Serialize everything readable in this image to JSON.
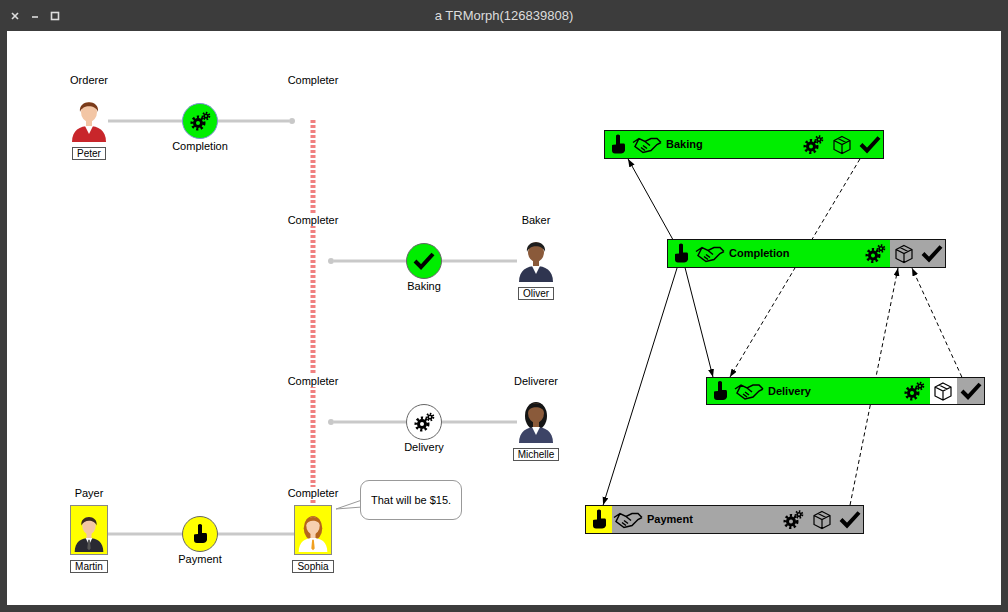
{
  "diagram": {
    "title": "a TRMorph(126839808)",
    "nodes": [
      {
        "text": [
          "Orderer",
          "Peter"
        ]
      },
      {
        "text": [
          "Completion"
        ]
      },
      {
        "text": [
          "Completer"
        ]
      },
      {
        "text": [
          "Completer"
        ]
      },
      {
        "text": [
          "Baking"
        ]
      },
      {
        "text": [
          "Baker",
          "Oliver"
        ]
      },
      {
        "text": [
          "Completer"
        ]
      },
      {
        "text": [
          "Delivery"
        ]
      },
      {
        "text": [
          "Deliverer",
          "Michelle"
        ]
      },
      {
        "text": [
          "Payer",
          "Martin"
        ]
      },
      {
        "text": [
          "Payment"
        ]
      },
      {
        "text": [
          "Completer",
          "Sophia"
        ]
      },
      {
        "text": [
          "That will be $15."
        ]
      },
      {
        "text": [
          "Baking"
        ]
      },
      {
        "text": [
          "Completion"
        ]
      },
      {
        "text": [
          "Delivery"
        ]
      },
      {
        "text": [
          "Payment"
        ]
      }
    ],
    "edges": [
      {
        "from": 0,
        "to": 1,
        "arrow": "none"
      },
      {
        "from": 1,
        "to": 2,
        "arrow": "none"
      },
      {
        "from": 3,
        "to": 4,
        "arrow": "none"
      },
      {
        "from": 4,
        "to": 5,
        "arrow": "none"
      },
      {
        "from": 6,
        "to": 7,
        "arrow": "none"
      },
      {
        "from": 7,
        "to": 8,
        "arrow": "none"
      },
      {
        "from": 9,
        "to": 10,
        "arrow": "none"
      },
      {
        "from": 10,
        "to": 11,
        "arrow": "none"
      },
      {
        "from": 14,
        "to": 13,
        "arrow": "to"
      },
      {
        "from": 14,
        "to": 15,
        "arrow": "to"
      },
      {
        "from": 14,
        "to": 16,
        "arrow": "to"
      },
      {
        "from": 13,
        "to": 15,
        "arrow": "to"
      },
      {
        "from": 16,
        "to": 14,
        "arrow": "to"
      },
      {
        "from": 15,
        "to": 14,
        "arrow": "to"
      }
    ]
  }
}
